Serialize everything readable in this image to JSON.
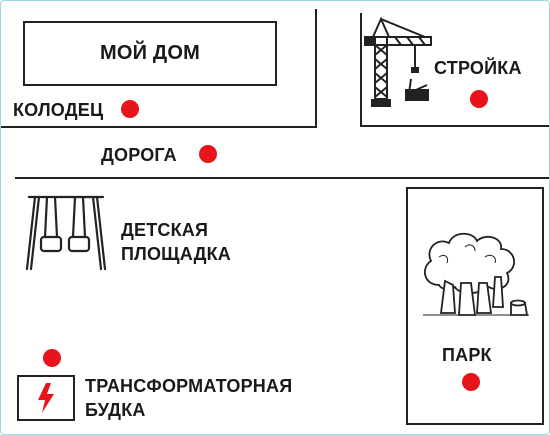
{
  "labels": {
    "my_home": "МОЙ ДОМ",
    "well": "КОЛОДЕЦ",
    "construction": "СТРОЙКА",
    "road": "ДОРОГА",
    "playground_line1": "ДЕТСКАЯ",
    "playground_line2": "ПЛОЩАДКА",
    "park": "ПАРК",
    "transformer_line1": "ТРАНСФОРМАТОРНАЯ",
    "transformer_line2": "БУДКА"
  },
  "icons": {
    "crane": "crane-icon",
    "swing": "swing-icon",
    "trees": "trees-icon",
    "lightning": "lightning-icon"
  },
  "colors": {
    "marker": "#e8141b",
    "lines": "#222222",
    "frame": "#9fd6ea"
  }
}
